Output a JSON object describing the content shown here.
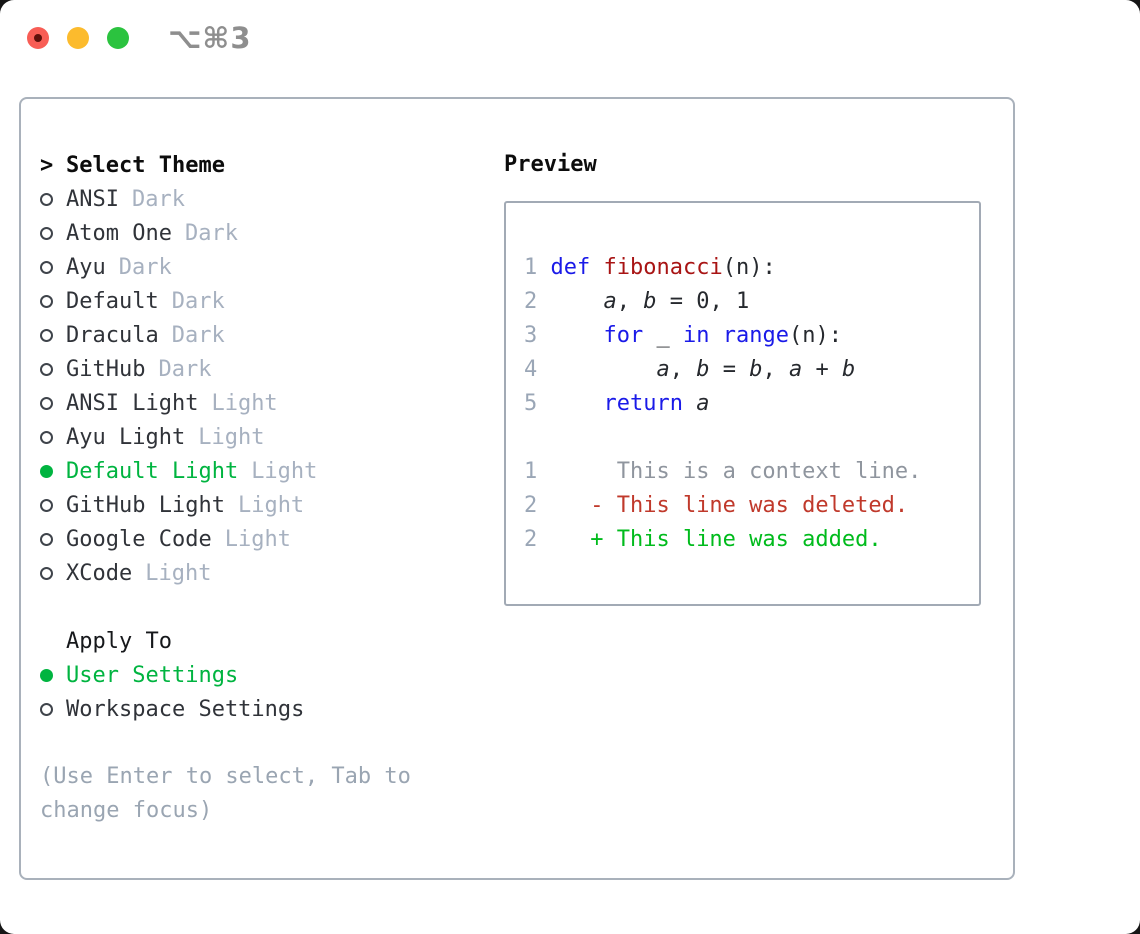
{
  "window": {
    "shortcut_label": "⌥⌘3",
    "traffic_lights": [
      "close",
      "minimize",
      "zoom"
    ]
  },
  "theme_picker": {
    "header_marker": ">",
    "header": "Select Theme",
    "items": [
      {
        "name": "ANSI",
        "variant": "Dark",
        "selected": false
      },
      {
        "name": "Atom One",
        "variant": "Dark",
        "selected": false
      },
      {
        "name": "Ayu",
        "variant": "Dark",
        "selected": false
      },
      {
        "name": "Default",
        "variant": "Dark",
        "selected": false
      },
      {
        "name": "Dracula",
        "variant": "Dark",
        "selected": false
      },
      {
        "name": "GitHub",
        "variant": "Dark",
        "selected": false
      },
      {
        "name": "ANSI Light",
        "variant": "Light",
        "selected": false
      },
      {
        "name": "Ayu Light",
        "variant": "Light",
        "selected": false
      },
      {
        "name": "Default Light",
        "variant": "Light",
        "selected": true
      },
      {
        "name": "GitHub Light",
        "variant": "Light",
        "selected": false
      },
      {
        "name": "Google Code",
        "variant": "Light",
        "selected": false
      },
      {
        "name": "XCode",
        "variant": "Light",
        "selected": false
      }
    ],
    "apply_to": {
      "header": "Apply To",
      "options": [
        {
          "label": "User Settings",
          "selected": true
        },
        {
          "label": "Workspace Settings",
          "selected": false
        }
      ]
    },
    "help": "(Use Enter to select, Tab to change focus)"
  },
  "preview": {
    "header": "Preview",
    "lines": [
      [
        {
          "cls": "num",
          "text": "1 "
        },
        {
          "cls": "kw",
          "text": "def"
        },
        {
          "cls": "code",
          "text": " "
        },
        {
          "cls": "fn",
          "text": "fibonacci"
        },
        {
          "cls": "code",
          "text": "(n):"
        }
      ],
      [
        {
          "cls": "num",
          "text": "2 "
        },
        {
          "cls": "code",
          "text": "    "
        },
        {
          "cls": "var",
          "text": "a"
        },
        {
          "cls": "code",
          "text": ", "
        },
        {
          "cls": "var",
          "text": "b"
        },
        {
          "cls": "code",
          "text": " = 0, 1"
        }
      ],
      [
        {
          "cls": "num",
          "text": "3 "
        },
        {
          "cls": "code",
          "text": "    "
        },
        {
          "cls": "kw",
          "text": "for"
        },
        {
          "cls": "code",
          "text": " _ "
        },
        {
          "cls": "kw",
          "text": "in"
        },
        {
          "cls": "code",
          "text": " "
        },
        {
          "cls": "kw",
          "text": "range"
        },
        {
          "cls": "code",
          "text": "(n):"
        }
      ],
      [
        {
          "cls": "num",
          "text": "4 "
        },
        {
          "cls": "code",
          "text": "        "
        },
        {
          "cls": "var",
          "text": "a"
        },
        {
          "cls": "code",
          "text": ", "
        },
        {
          "cls": "var",
          "text": "b"
        },
        {
          "cls": "code",
          "text": " = "
        },
        {
          "cls": "var",
          "text": "b"
        },
        {
          "cls": "code",
          "text": ", "
        },
        {
          "cls": "var",
          "text": "a"
        },
        {
          "cls": "code",
          "text": " + "
        },
        {
          "cls": "var",
          "text": "b"
        }
      ],
      [
        {
          "cls": "num",
          "text": "5 "
        },
        {
          "cls": "code",
          "text": "    "
        },
        {
          "cls": "kw",
          "text": "return"
        },
        {
          "cls": "code",
          "text": " "
        },
        {
          "cls": "var",
          "text": "a"
        }
      ],
      [],
      [
        {
          "cls": "num",
          "text": "1"
        },
        {
          "cls": "ctx",
          "text": "      This is a context line."
        }
      ],
      [
        {
          "cls": "num",
          "text": "2"
        },
        {
          "cls": "del",
          "text": "    - This line was deleted."
        }
      ],
      [
        {
          "cls": "num",
          "text": "2"
        },
        {
          "cls": "add",
          "text": "    + This line was added."
        }
      ]
    ]
  },
  "colors": {
    "selection_green": "#00b440",
    "keyword_blue": "#1a1ae8",
    "function_red": "#a81414",
    "diff_deleted_red": "#c0392b",
    "diff_added_green": "#00bb1c",
    "line_number_gray": "#9aa6b6",
    "muted_gray": "#a7b1c0",
    "panel_border": "#a9b1bb",
    "traffic_red": "#f85d55",
    "traffic_yellow": "#fcbb2d",
    "traffic_green": "#2bc33f"
  }
}
